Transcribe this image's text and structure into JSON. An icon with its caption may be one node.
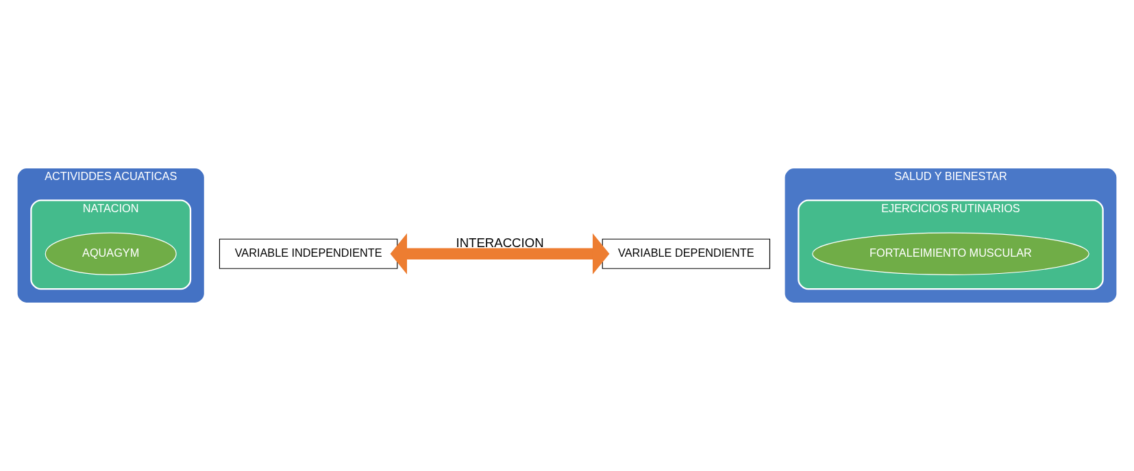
{
  "diagram": {
    "nodes": [
      {
        "text": [
          "ACTIVIDDES ACUATICAS"
        ]
      },
      {
        "text": [
          "NATACION"
        ],
        "in": 0
      },
      {
        "text": [
          "AQUAGYM"
        ],
        "in": 1
      },
      {
        "text": [
          "SALUD Y BIENESTAR"
        ]
      },
      {
        "text": [
          "EJERCICIOS RUTINARIOS"
        ],
        "in": 3
      },
      {
        "text": [
          "FORTALEIMIENTO MUSCULAR"
        ],
        "in": 4
      },
      {
        "text": [
          "VARIABLE INDEPENDIENTE"
        ]
      },
      {
        "text": [
          "VARIABLE DEPENDIENTE"
        ]
      }
    ],
    "edges": [
      {
        "from": 6,
        "to": 7,
        "arrow": "both",
        "label": "INTERACCION"
      }
    ]
  }
}
